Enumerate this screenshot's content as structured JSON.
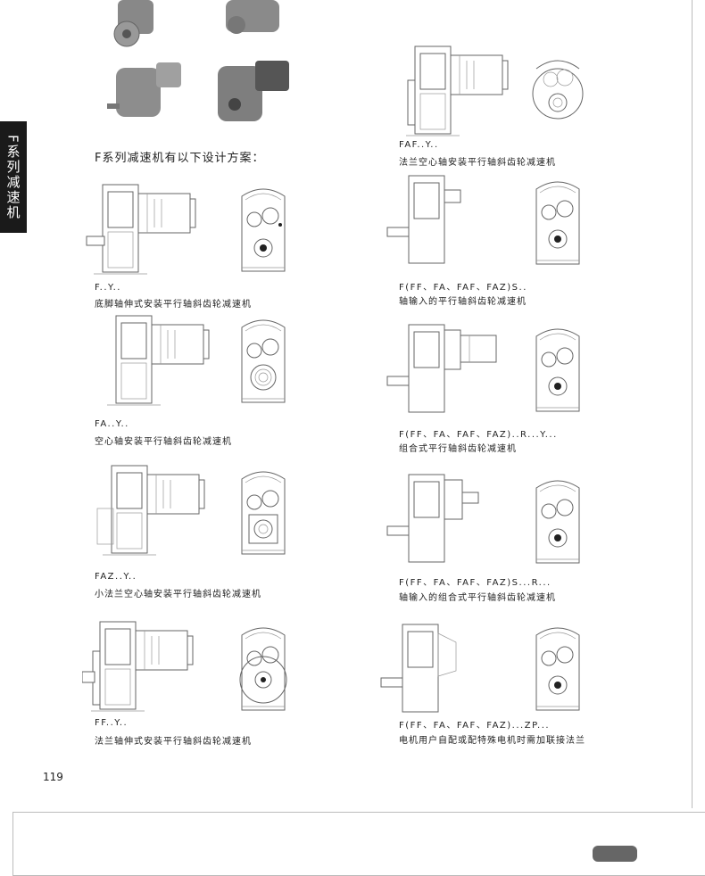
{
  "side_tab": "F系列减速机",
  "heading": "F系列减速机有以下设计方案：",
  "page_number": "119",
  "designs": [
    {
      "code": "F..Y..",
      "desc": "底脚轴伸式安装平行轴斜齿轮减速机"
    },
    {
      "code": "FA..Y..",
      "desc": "空心轴安装平行轴斜齿轮减速机"
    },
    {
      "code": "FAZ..Y..",
      "desc": "小法兰空心轴安装平行轴斜齿轮减速机"
    },
    {
      "code": "FF..Y..",
      "desc": "法兰轴伸式安装平行轴斜齿轮减速机"
    },
    {
      "code": "FAF..Y..",
      "desc": "法兰空心轴安装平行轴斜齿轮减速机"
    },
    {
      "code": "F(FF、FA、FAF、FAZ)S..",
      "desc": "轴输入的平行轴斜齿轮减速机"
    },
    {
      "code": "F(FF、FA、FAF、FAZ)..R...Y...",
      "desc": "组合式平行轴斜齿轮减速机"
    },
    {
      "code": "F(FF、FA、FAF、FAZ)S...R...",
      "desc": "轴输入的组合式平行轴斜齿轮减速机"
    },
    {
      "code": "F(FF、FA、FAF、FAZ)...ZP...",
      "desc": "电机用户自配或配特殊电机时需加联接法兰"
    }
  ]
}
